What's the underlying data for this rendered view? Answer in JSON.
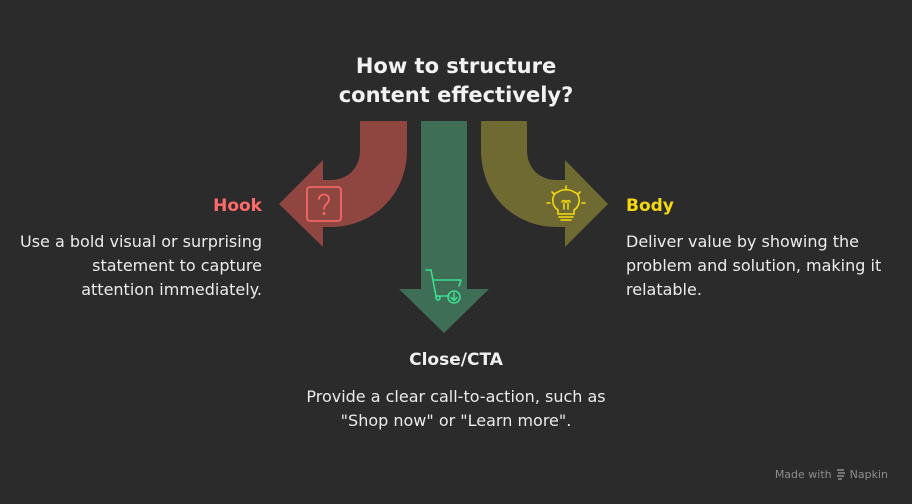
{
  "title": {
    "line1": "How to structure",
    "line2": "content effectively?"
  },
  "sections": {
    "hook": {
      "heading": "Hook",
      "description": "Use a bold visual or surprising statement to capture attention immediately.",
      "color": "#ff6b6b",
      "arrow_color": "#8f4540",
      "icon": "question-box-icon"
    },
    "close": {
      "heading": "Close/CTA",
      "description": "Provide a clear call-to-action, such as \"Shop now\" or \"Learn more\".",
      "color": "#f0f0f0",
      "arrow_color": "#3f6e57",
      "icon": "cart-download-icon"
    },
    "body": {
      "heading": "Body",
      "description": "Deliver value by showing the problem and solution, making it relatable.",
      "color": "#f5d90f",
      "arrow_color": "#6f6a32",
      "icon": "lightbulb-icon"
    }
  },
  "footer": {
    "made_with": "Made with",
    "brand": "Napkin"
  }
}
